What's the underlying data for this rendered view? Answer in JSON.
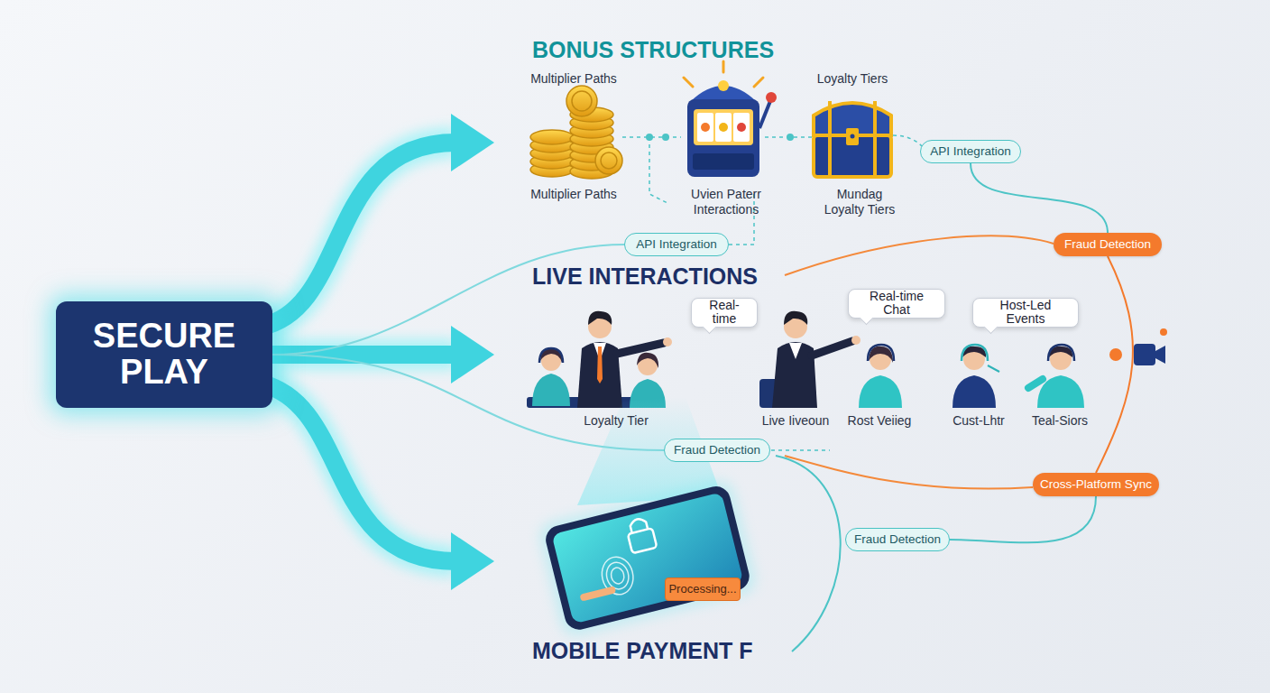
{
  "diagram": {
    "nodes": [
      {
        "text": [
          "SECURE PLAY"
        ]
      },
      {
        "text": [
          "API Integration"
        ]
      },
      {
        "text": [
          "API Integration"
        ]
      },
      {
        "text": [
          "Fraud Detection"
        ]
      },
      {
        "text": [
          "Real-time"
        ]
      },
      {
        "text": [
          "Real-time Chat"
        ]
      },
      {
        "text": [
          "Host-Led Events"
        ]
      },
      {
        "text": [
          "Fraud Detection"
        ]
      },
      {
        "text": [
          "Cross-Platform Sync"
        ]
      },
      {
        "text": [
          "Fraud Detection"
        ]
      },
      {
        "text": [
          "Processing..."
        ]
      }
    ],
    "edges": [
      {
        "from": 1,
        "to": 3,
        "arrow": "none"
      },
      {
        "from": 3,
        "to": 8,
        "arrow": "none"
      },
      {
        "from": 0,
        "to": 2,
        "arrow": "none"
      },
      {
        "from": 0,
        "to": 7,
        "arrow": "none"
      },
      {
        "from": 9,
        "to": 8,
        "arrow": "none"
      }
    ],
    "labels": [
      "BONUS STRUCTURES",
      "Multiplier Paths",
      "Loyalty Tiers",
      "Multiplier Paths",
      "Uvien Paterr Interactions",
      "Mundag Loyalty Tiers",
      "LIVE INTERACTIONS",
      "Loyalty Tier",
      "Live Iiveoun",
      "Rost Veiieg",
      "Cust-Lhtr",
      "Teal-Siors",
      "MOBILE PAYMENT F"
    ]
  }
}
